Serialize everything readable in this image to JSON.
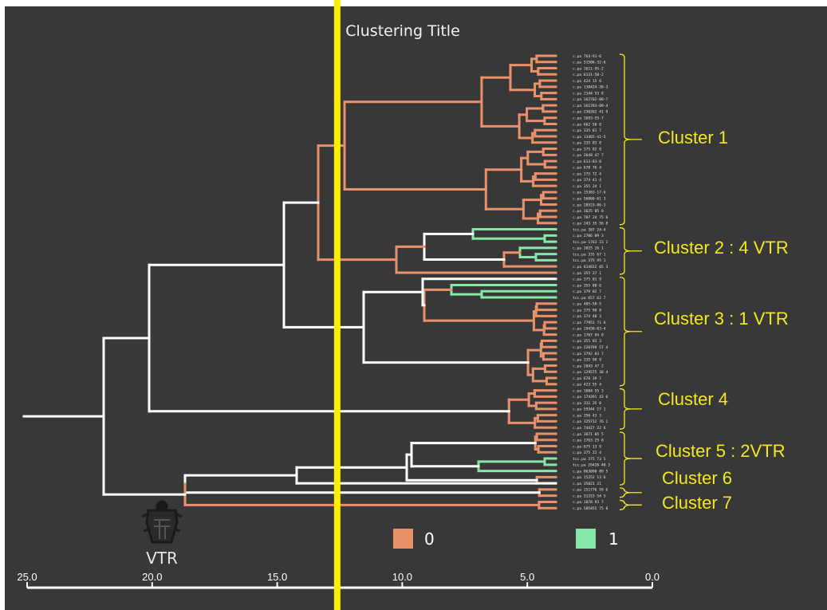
{
  "title": "Clustering Title",
  "colors": {
    "background": "#383838",
    "group_0": "#e8916a",
    "group_1": "#86e8a8",
    "backbone": "#ffffff",
    "cut_line": "#ffee00",
    "annotation": "#f4e81f"
  },
  "axis": {
    "ticks": [
      "25.0",
      "20.0",
      "15.0",
      "10.0",
      "5.0",
      "0.0"
    ]
  },
  "cut_line_value": 12.6,
  "legend": [
    {
      "label": "0",
      "color": "#e8916a"
    },
    {
      "label": "1",
      "color": "#86e8a8"
    }
  ],
  "logo": {
    "icon": "scarab-crest-icon",
    "text": "VTR"
  },
  "clusters": [
    {
      "label": "Cluster 1"
    },
    {
      "label": "Cluster 2 : 4 VTR"
    },
    {
      "label": "Cluster 3 : 1 VTR"
    },
    {
      "label": "Cluster 4"
    },
    {
      "label": "Cluster 5 : 2VTR"
    },
    {
      "label": "Cluster 6"
    },
    {
      "label": "Cluster 7"
    }
  ],
  "leaves": [
    {
      "label": "c.pa 764-91-6",
      "group": 0
    },
    {
      "label": "c.pa 51506-32-6",
      "group": 0
    },
    {
      "label": "c.pa 1611-95-2",
      "group": 0
    },
    {
      "label": "c.pa 6131-50-2",
      "group": 0
    },
    {
      "label": "c.pa 424 15 0",
      "group": 0
    },
    {
      "label": "c.pa 130424-30-3",
      "group": 0
    },
    {
      "label": "c.pa 2144 53 8",
      "group": 0
    },
    {
      "label": "c.pa 162702-00-7",
      "group": 0
    },
    {
      "label": "c.pa 161783-09-4",
      "group": 0
    },
    {
      "label": "c.pa 230262 41 9",
      "group": 0
    },
    {
      "label": "c.pa 1693-55-7",
      "group": 0
    },
    {
      "label": "c.pa 662 50 0",
      "group": 0
    },
    {
      "label": "c.pa 335 81 7",
      "group": 0
    },
    {
      "label": "c.pa 13465-41-5",
      "group": 0
    },
    {
      "label": "c.pa 335 83 8",
      "group": 0
    },
    {
      "label": "c.pa 375 02 0",
      "group": 0
    },
    {
      "label": "c.pa 2648 47 7",
      "group": 0
    },
    {
      "label": "c.pa 613-83-8",
      "group": 0
    },
    {
      "label": "c.pa 678 76 4",
      "group": 0
    },
    {
      "label": "c.pa 375 72 4",
      "group": 0
    },
    {
      "label": "c.pa 374 41 4",
      "group": 0
    },
    {
      "label": "c.pa 355 24 1",
      "group": 0
    },
    {
      "label": "c.pa 15363-17-6",
      "group": 0
    },
    {
      "label": "c.pa 56060-61 3",
      "group": 0
    },
    {
      "label": "c.pa 28523-86-3",
      "group": 0
    },
    {
      "label": "c.pa 1625 05 8",
      "group": 0
    },
    {
      "label": "c.pa 707 24 75 6",
      "group": 0
    },
    {
      "label": "c.pa 243 35 56 8",
      "group": 0
    },
    {
      "label": "tcc.pa 307 24-4",
      "group": 1
    },
    {
      "label": "c.pa 2706 09 3",
      "group": 0
    },
    {
      "label": "tcc.pa 1763 23 1",
      "group": 1
    },
    {
      "label": "c.pa 3825 26 1",
      "group": 0
    },
    {
      "label": "tcc.pa 335 67 1",
      "group": 1
    },
    {
      "label": "tcc.pa 375 95 1",
      "group": 1
    },
    {
      "label": "c.pa 614832 05 3",
      "group": 0
    },
    {
      "label": "c.pa 355 27 1",
      "group": 0
    },
    {
      "label": "c.pa 375 01 9",
      "group": 0
    },
    {
      "label": "c.pa 355 80 6",
      "group": 0
    },
    {
      "label": "c.pa 379 02 7",
      "group": 0
    },
    {
      "label": "tcc.pa 657 62 7",
      "group": 1
    },
    {
      "label": "c.pa 405-58-5",
      "group": 0
    },
    {
      "label": "c.pa 375 90 8",
      "group": 0
    },
    {
      "label": "c.pa 374 40 3",
      "group": 0
    },
    {
      "label": "c.pa 77953 71 6",
      "group": 0
    },
    {
      "label": "c.pa 19430-03-4",
      "group": 0
    },
    {
      "label": "c.pa 1767 94 8",
      "group": 0
    },
    {
      "label": "c.pa 355 83 3",
      "group": 0
    },
    {
      "label": "c.pa 220799 57 4",
      "group": 0
    },
    {
      "label": "c.pa 3792 03 7",
      "group": 0
    },
    {
      "label": "c.pa 335 90 9",
      "group": 0
    },
    {
      "label": "c.pa 2043 47 2",
      "group": 0
    },
    {
      "label": "c.pa 129575 30 4",
      "group": 0
    },
    {
      "label": "c.pa 678 39 7",
      "group": 0
    },
    {
      "label": "c.pa 423 55 4",
      "group": 0
    },
    {
      "label": "c.pa 1604 55 3",
      "group": 0
    },
    {
      "label": "c.pa 174391 43 6",
      "group": 0
    },
    {
      "label": "c.pa 331 35 8",
      "group": 0
    },
    {
      "label": "c.pa 59344 27 2",
      "group": 0
    },
    {
      "label": "c.pa 356 43 3",
      "group": 0
    },
    {
      "label": "c.pa 325712 76 1",
      "group": 0
    },
    {
      "label": "c.pa 74427 22 6",
      "group": 0
    },
    {
      "label": "c.pa 3871 05 5",
      "group": 0
    },
    {
      "label": "c.pa 1763 25 8",
      "group": 0
    },
    {
      "label": "c.pa 675 13 9",
      "group": 0
    },
    {
      "label": "c.pa 375 22 4",
      "group": 0
    },
    {
      "label": "tcc.pa 375 73 5",
      "group": 1
    },
    {
      "label": "tcc.pa 29420 40 3",
      "group": 1
    },
    {
      "label": "c.pa 863090 89 5",
      "group": 0
    },
    {
      "label": "c.pa 15252 13 6",
      "group": 0
    },
    {
      "label": "c.pa 35821 21",
      "group": 0
    },
    {
      "label": "c.pa 151776 59 6",
      "group": 0
    },
    {
      "label": "c.pa 31253 54 5",
      "group": 0
    },
    {
      "label": "c.pa 1878 93 7",
      "group": 0
    },
    {
      "label": "c.pa 585455 75 8",
      "group": 0
    }
  ]
}
